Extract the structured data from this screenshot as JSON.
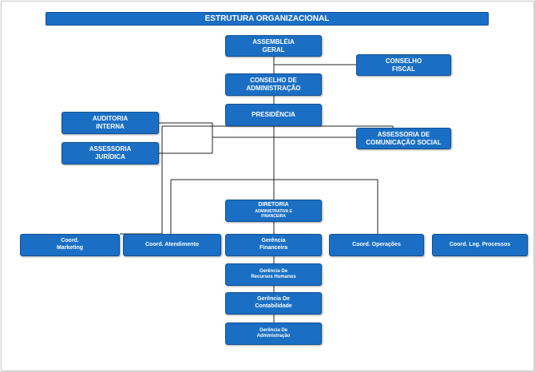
{
  "title": "ESTRUTURA ORGANIZACIONAL",
  "nodes": {
    "assembleia": "ASSEMBLÉIA\nGERAL",
    "conselho_fiscal": "CONSELHO\nFISCAL",
    "conselho_admin": "CONSELHO DE\nADMINISTRAÇÃO",
    "presidencia": "PRESIDÊNCIA",
    "auditoria": "AUDITORIA\nINTERNA",
    "assessoria_juridica": "ASSESSORIA\nJURÍDICA",
    "assessoria_comunicacao": "ASSESSORIA DE\nCOMUNICAÇÃO SOCIAL",
    "diretoria_line1": "DIRETORIA",
    "diretoria_line2": "ADMINISTRATIVA E\nFINANCEIRA",
    "coord_marketing": "Coord.\nMarketing",
    "coord_atendimento": "Coord. Atendimento",
    "gerencia_financeira": "Gerência\nFinanceira",
    "coord_operacoes": "Coord. Operações",
    "coord_leg_processos": "Coord. Leg. Processos",
    "gerencia_rh": "Gerência De\nRecursos Humanos",
    "gerencia_contabilidade": "Gerência De\nContabilidade",
    "gerencia_administracao": "Gerência De\nAdministração"
  },
  "colors": {
    "box_fill": "#1a6fc4",
    "box_border": "#0f4f94",
    "line": "#222222"
  }
}
